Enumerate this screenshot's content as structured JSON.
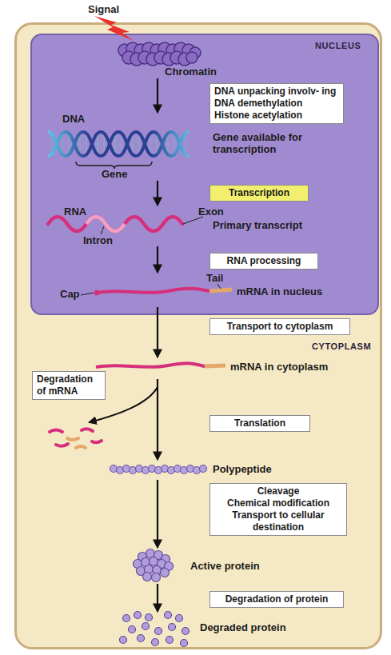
{
  "diagram": {
    "nodes": [
      {
        "text": [
          "CYTOPLASM"
        ]
      },
      {
        "text": [
          "NUCLEUS"
        ],
        "in": 0
      },
      {
        "text": [
          "Chromatin"
        ],
        "in": 1
      },
      {
        "text": [
          "DNA unpacking involv- ing DNA demethylation Histone acetylation"
        ],
        "in": 1
      },
      {
        "text": [
          "DNA",
          "Gene available for transcription",
          "Gene"
        ],
        "in": 1
      },
      {
        "text": [
          "Transcription"
        ],
        "in": 1
      },
      {
        "text": [
          "RNA",
          "Exon",
          "Intron",
          "Primary transcript"
        ],
        "in": 1
      },
      {
        "text": [
          "RNA processing"
        ],
        "in": 1
      },
      {
        "text": [
          "Tail",
          "Cap",
          "mRNA in nucleus"
        ],
        "in": 1
      },
      {
        "text": [
          "Transport to cytoplasm"
        ],
        "in": 0
      },
      {
        "text": [
          "mRNA in cytoplasm"
        ],
        "in": 0
      },
      {
        "text": [
          "Degradation of mRNA"
        ],
        "in": 0
      },
      {
        "text": [
          "Translation"
        ],
        "in": 0
      },
      {
        "text": [
          "Polypeptide"
        ],
        "in": 0
      },
      {
        "text": [
          "Cleavage",
          "Chemical modification",
          "Transport to cellular destination"
        ],
        "in": 0
      },
      {
        "text": [
          "Active protein"
        ],
        "in": 0
      },
      {
        "text": [
          "Degradation of protein"
        ],
        "in": 0
      },
      {
        "text": [
          "Degraded protein"
        ],
        "in": 0
      }
    ],
    "edges": [
      {
        "from": 2,
        "to": 4,
        "arrow": "to"
      },
      {
        "from": 4,
        "to": 6,
        "arrow": "to"
      },
      {
        "from": 6,
        "to": 8,
        "arrow": "to"
      },
      {
        "from": 8,
        "to": 10,
        "arrow": "to"
      },
      {
        "from": 10,
        "to": 13,
        "arrow": "to"
      },
      {
        "from": 13,
        "to": 15,
        "arrow": "to"
      },
      {
        "from": 15,
        "to": 17,
        "arrow": "to"
      }
    ],
    "labels": [
      "Signal"
    ]
  }
}
